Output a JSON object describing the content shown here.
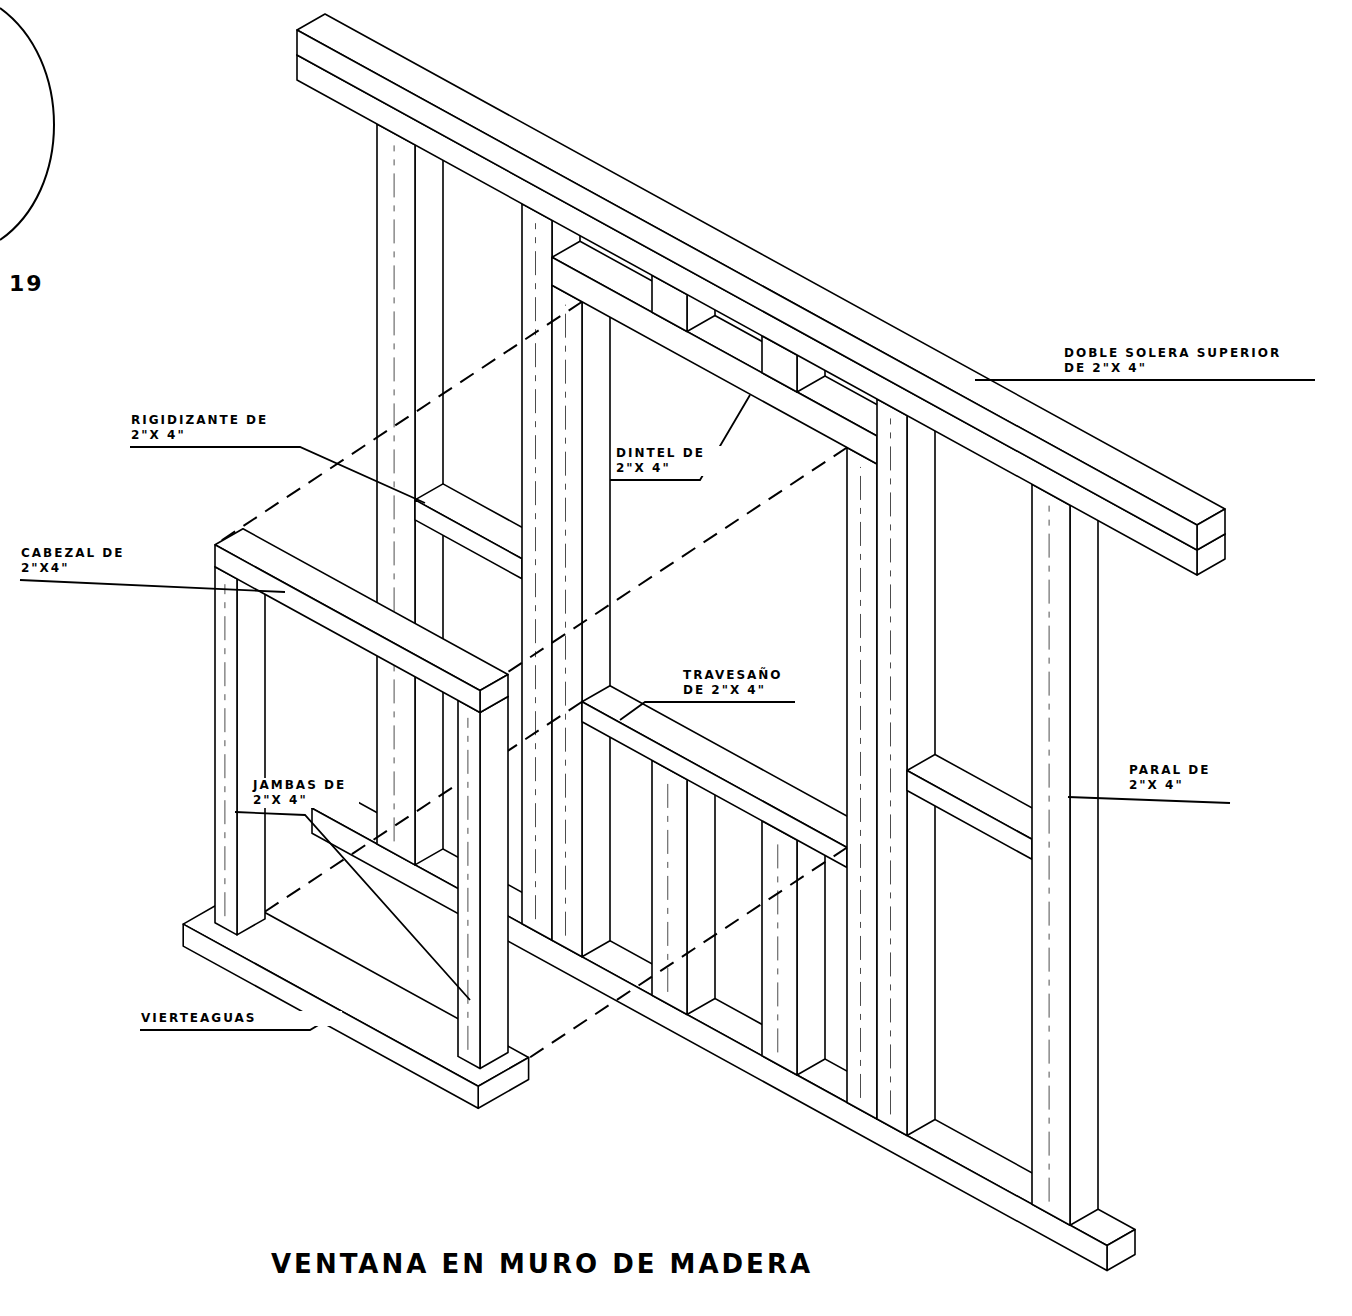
{
  "diagram": {
    "title": "VENTANA EN MURO DE MADERA",
    "labels": [
      "19",
      "DOBLE SOLERA SUPERIOR DE 2\"X 4\"",
      "RIGIDIZANTE DE 2\"X 4\"",
      "DINTEL DE 2\"X 4\"",
      "CABEZAL DE 2\"X4\"",
      "TRAVESAÑO DE 2\"X 4\"",
      "PARAL DE 2\"X 4\"",
      "JAMBAS DE 2\"X 4\"",
      "VIERTEAGUAS"
    ]
  }
}
